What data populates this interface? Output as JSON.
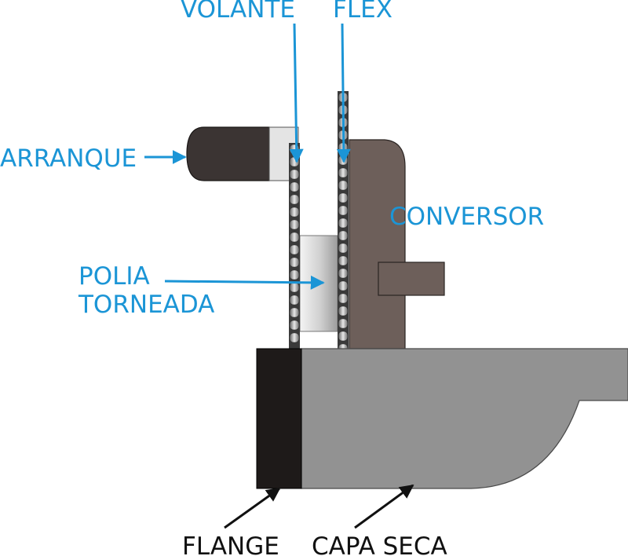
{
  "labels": {
    "volante": "VOLANTE",
    "flex": "FLEX",
    "arranque": "ARRANQUE",
    "conversor": "CONVERSOR",
    "polia_line1": "POLIA",
    "polia_line2": "TORNEADA",
    "flange": "FLANGE",
    "capa_seca": "CAPA SECA"
  },
  "colors": {
    "label_blue": "#1b95d6",
    "label_black": "#111111",
    "starter_body": "#3b3433",
    "starter_collar": "#e4e4e4",
    "converter": "#6d5f5a",
    "pulley": "#d6d6d6",
    "flange": "#1e1a19",
    "bellhousing": "#929292",
    "gear_teeth": "#8e8e8e"
  }
}
